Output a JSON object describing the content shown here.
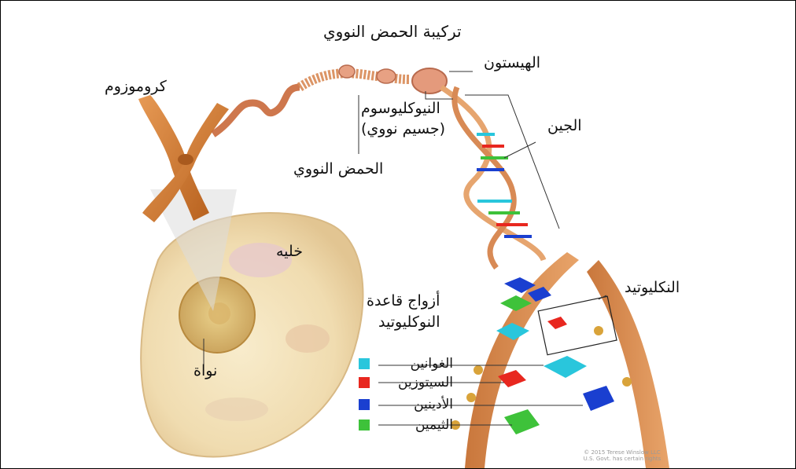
{
  "title": "تركيبة الحمض النووي",
  "labels": {
    "chromosome": "كروموزوم",
    "histone": "الهيستون",
    "nucleosome_line1": "النيوكليوسوم",
    "nucleosome_line2": "(جسيم نووي)",
    "dna": "الحمض النووي",
    "gene": "الجين",
    "cell": "خليه",
    "nucleus": "نواة",
    "nucleotide": "النكليوتيد",
    "base_pairs_line1": "أزواج قاعدة",
    "base_pairs_line2": "النوكليوتيد"
  },
  "legend": [
    {
      "label": "الغوانين",
      "color": "#29c6dc"
    },
    {
      "label": "السيتوزين",
      "color": "#e8271f"
    },
    {
      "label": "الأدينين",
      "color": "#1a3fd0"
    },
    {
      "label": "الثيمين",
      "color": "#3ec23a"
    }
  ],
  "credit": {
    "line1": "© 2015 Terese Winslow LLC",
    "line2": "U.S. Govt. has certain rights"
  }
}
